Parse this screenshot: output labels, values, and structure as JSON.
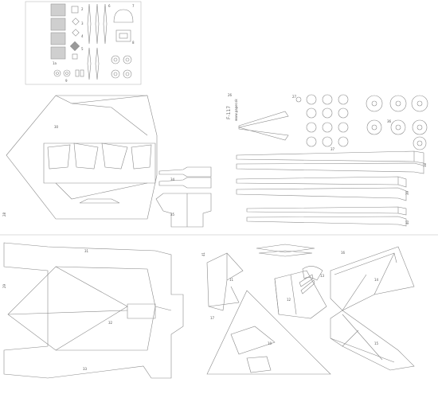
{
  "sheet": {
    "title": "Paper model cut-out sheet",
    "colors": {
      "line": "#8a8a8a",
      "fill_grey": "#cfcfcf",
      "dark": "#6b6b6b"
    }
  },
  "labels": {
    "model_name": "F-117",
    "web": "www.paper.sk",
    "part_26": "26",
    "part_27": "27",
    "part_28": "28",
    "part_29": "29",
    "part_30": "30",
    "part_31": "31",
    "part_32": "32",
    "part_33": "33",
    "part_34": "34",
    "part_35": "35",
    "part_36": "36",
    "part_37": "37",
    "part_38": "38",
    "part_39": "39",
    "part_40": "40",
    "part_41": "41",
    "part_1a": "1a",
    "part_2": "2",
    "part_3": "3",
    "part_4": "4",
    "part_5": "5",
    "part_6": "6",
    "part_7": "7",
    "part_8": "8",
    "part_9": "9",
    "part_10": "10",
    "part_11": "11",
    "part_12": "12",
    "part_13": "13",
    "part_14": "14",
    "part_15": "15",
    "part_16": "16",
    "part_17": "17"
  }
}
